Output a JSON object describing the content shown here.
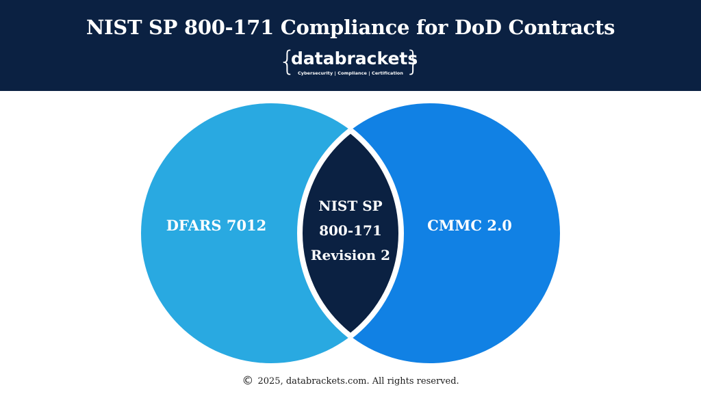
{
  "header": {
    "title": "NIST SP 800-171 Compliance for DoD Contracts",
    "background_color": "#0b2142"
  },
  "logo": {
    "brace_left": "{",
    "brace_right": "}",
    "wordmark": "databrackets",
    "tagline": "Cybersecurity | Compliance | Certification"
  },
  "venn": {
    "left": {
      "label": "DFARS 7012",
      "color": "#29a9e1"
    },
    "right": {
      "label": "CMMC 2.0",
      "color": "#1181e4"
    },
    "intersection": {
      "lines": [
        "NIST SP",
        "800-171",
        "Revision 2"
      ],
      "color": "#0b2142",
      "stroke_color": "#ffffff"
    }
  },
  "footer": {
    "copyright_icon": "©",
    "text": "2025, databrackets.com. All rights reserved."
  }
}
